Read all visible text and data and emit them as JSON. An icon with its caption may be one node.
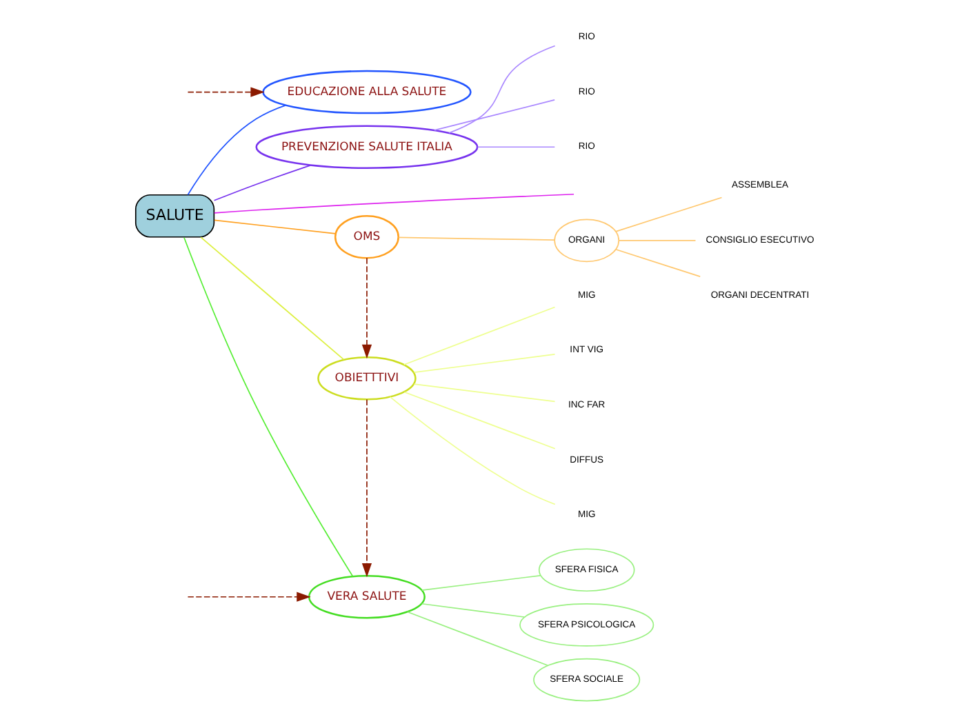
{
  "diagram": {
    "nodes": [
      {
        "text": [
          "SALUTE"
        ]
      },
      {
        "text": [
          "EDUCAZIONE ALLA SALUTE"
        ]
      },
      {
        "text": [
          "OMS"
        ]
      },
      {
        "text": [
          "ORGANI"
        ]
      },
      {
        "text": [
          "ASSEMBLEA"
        ]
      },
      {
        "text": [
          "CONSIGLIO ESECUTIVO"
        ]
      },
      {
        "text": [
          "ORGANI DECENTRATI"
        ]
      },
      {
        "text": [
          "OBIETTTIVI"
        ]
      },
      {
        "text": [
          "MIG"
        ]
      },
      {
        "text": [
          "MIG"
        ]
      },
      {
        "text": [
          "INT VIG"
        ]
      },
      {
        "text": [
          "INC FAR"
        ]
      },
      {
        "text": [
          "DIFFUS"
        ]
      },
      {
        "text": [
          "PREVENZIONE SALUTE ITALIA"
        ]
      },
      {
        "text": [
          "RIO"
        ]
      },
      {
        "text": [
          "RIO"
        ]
      },
      {
        "text": [
          "RIO"
        ]
      },
      {
        "text": [
          "VERA SALUTE"
        ]
      },
      {
        "text": [
          "SFERA FISICA"
        ]
      },
      {
        "text": [
          "SFERA PSICOLOGICA"
        ]
      },
      {
        "text": [
          "SFERA SOCIALE"
        ]
      }
    ],
    "edges": [
      {
        "from": 0,
        "to": 1,
        "arrow": "none",
        "color": "#2255ff"
      },
      {
        "from": 0,
        "to": 2,
        "arrow": "none",
        "color": "#ffa020"
      },
      {
        "from": 0,
        "to": 7,
        "arrow": "none",
        "color": "#ddf040"
      },
      {
        "from": 0,
        "to": 13,
        "arrow": "none",
        "color": "#7733ee"
      },
      {
        "from": 0,
        "to": 17,
        "arrow": "none",
        "color": "#55ee33"
      },
      {
        "from": 0,
        "to": null,
        "arrow": "none",
        "color": "#dd22ee"
      },
      {
        "from": 2,
        "to": 3,
        "arrow": "none",
        "color": "#ffc870"
      },
      {
        "from": 3,
        "to": 4,
        "arrow": "none",
        "color": "#ffc870"
      },
      {
        "from": 3,
        "to": 5,
        "arrow": "none",
        "color": "#ffc870"
      },
      {
        "from": 3,
        "to": 6,
        "arrow": "none",
        "color": "#ffc870"
      },
      {
        "from": 7,
        "to": 8,
        "arrow": "none",
        "color": "#eeff90"
      },
      {
        "from": 7,
        "to": 9,
        "arrow": "none",
        "color": "#eeff90"
      },
      {
        "from": 7,
        "to": 10,
        "arrow": "none",
        "color": "#eeff90"
      },
      {
        "from": 7,
        "to": 11,
        "arrow": "none",
        "color": "#eeff90"
      },
      {
        "from": 7,
        "to": 12,
        "arrow": "none",
        "color": "#eeff90"
      },
      {
        "from": 13,
        "to": 14,
        "arrow": "none",
        "color": "#aa88ff"
      },
      {
        "from": 13,
        "to": 15,
        "arrow": "none",
        "color": "#aa88ff"
      },
      {
        "from": 13,
        "to": 16,
        "arrow": "none",
        "color": "#aa88ff"
      },
      {
        "from": 17,
        "to": 18,
        "arrow": "none",
        "color": "#99f080"
      },
      {
        "from": 17,
        "to": 19,
        "arrow": "none",
        "color": "#99f080"
      },
      {
        "from": 17,
        "to": 20,
        "arrow": "none",
        "color": "#99f080"
      },
      {
        "from": 2,
        "to": 7,
        "arrow": "to",
        "style": "dashed",
        "color": "#8b1a00"
      },
      {
        "from": 7,
        "to": 17,
        "arrow": "to",
        "style": "dashed",
        "color": "#8b1a00"
      },
      {
        "from": null,
        "to": 1,
        "arrow": "to",
        "style": "dashed",
        "color": "#8b1a00"
      },
      {
        "from": null,
        "to": 17,
        "arrow": "to",
        "style": "dashed",
        "color": "#8b1a00"
      }
    ]
  }
}
